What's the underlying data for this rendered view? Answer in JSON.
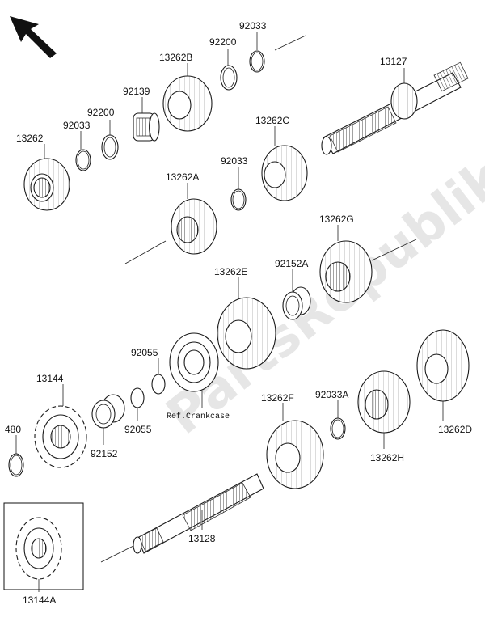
{
  "diagram": {
    "watermark": "PartsRepublik",
    "reference_note": "Ref.Crankcase",
    "direction_arrow": "front-direction-arrow-icon",
    "part_labels": {
      "p92033_top": "92033",
      "p92200_top": "92200",
      "p13262B": "13262B",
      "p92139": "92139",
      "p92200_mid": "92200",
      "p92033_mid": "92033",
      "p13262": "13262",
      "p13127": "13127",
      "p13262C": "13262C",
      "p92033_c": "92033",
      "p13262A": "13262A",
      "p13262G": "13262G",
      "p92152A": "92152A",
      "p13262E": "13262E",
      "p92055_top": "92055",
      "p13144": "13144",
      "p480": "480",
      "p92152": "92152",
      "p92055_bot": "92055",
      "p13262F": "13262F",
      "p92033A": "92033A",
      "p13262D": "13262D",
      "p13262H": "13262H",
      "p13128": "13128",
      "p13144A": "13144A"
    },
    "colors": {
      "line": "#1a1a1a",
      "background": "#ffffff",
      "watermark": "#e6e6e6"
    }
  }
}
